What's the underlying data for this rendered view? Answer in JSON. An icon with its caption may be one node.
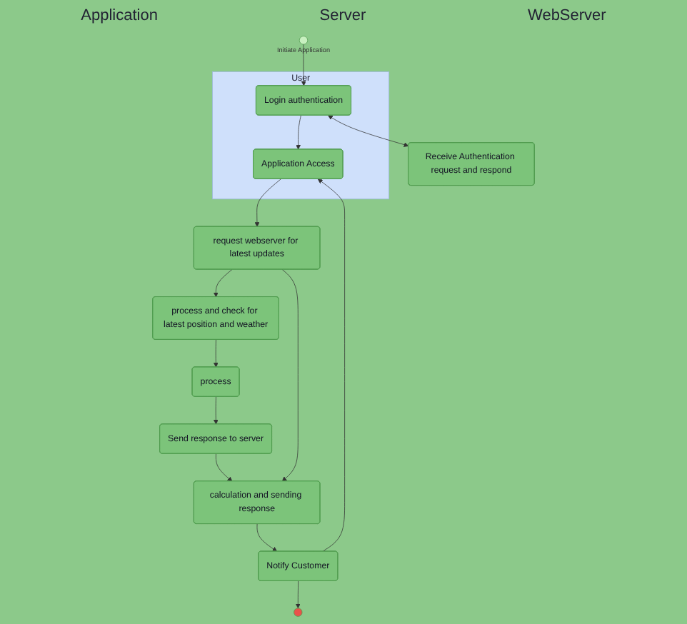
{
  "diagram": {
    "nodes": [
      {
        "text": [],
        "shape": "circle",
        "beside": [
          "Initiate Application"
        ]
      },
      {
        "text": [
          "User"
        ]
      },
      {
        "text": [
          "Login authentication"
        ],
        "in": 1
      },
      {
        "text": [
          "Application Access"
        ],
        "in": 1
      },
      {
        "text": [
          "Receive Authentication request and respond"
        ]
      },
      {
        "text": [
          "request webserver for latest updates"
        ]
      },
      {
        "text": [
          "process and check for latest position and weather"
        ]
      },
      {
        "text": [
          "process"
        ]
      },
      {
        "text": [
          "Send response to server"
        ]
      },
      {
        "text": [
          "calculation and sending response"
        ]
      },
      {
        "text": [
          "Notify Customer"
        ]
      },
      {
        "text": [],
        "shape": "circle"
      }
    ],
    "edges": [
      {
        "from": 0,
        "to": 2,
        "arrow": "to"
      },
      {
        "from": 2,
        "to": 4,
        "arrow": "both"
      },
      {
        "from": 2,
        "to": 3,
        "arrow": "to"
      },
      {
        "from": 3,
        "to": 5,
        "arrow": "to"
      },
      {
        "from": 5,
        "to": 6,
        "arrow": "to"
      },
      {
        "from": 6,
        "to": 7,
        "arrow": "to"
      },
      {
        "from": 7,
        "to": 8,
        "arrow": "to"
      },
      {
        "from": 8,
        "to": 9,
        "arrow": "to"
      },
      {
        "from": 5,
        "to": 9,
        "arrow": "to"
      },
      {
        "from": 9,
        "to": 10,
        "arrow": "to"
      },
      {
        "from": 10,
        "to": 3,
        "arrow": "to"
      },
      {
        "from": 10,
        "to": 11,
        "arrow": "to"
      }
    ],
    "labels": [
      "Application",
      "Server",
      "WebServer"
    ]
  }
}
